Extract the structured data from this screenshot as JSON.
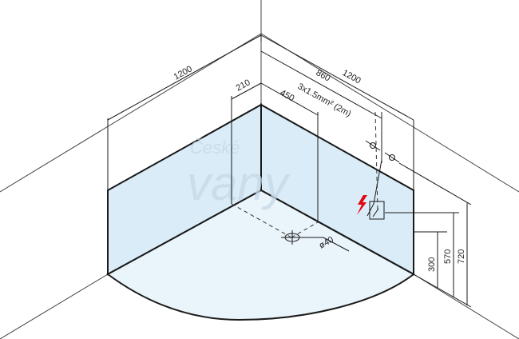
{
  "labels": {
    "width_left": "1200",
    "width_right": "1200",
    "dist_860": "860",
    "dist_210": "210",
    "dist_450": "450",
    "cable": "3x1.5mm² (2m)",
    "drain": "ø40",
    "h300": "300",
    "h570": "570",
    "h720": "720"
  },
  "watermark": {
    "line1": "České",
    "line2": "vany"
  },
  "icons": {
    "electric": "lightning-icon"
  },
  "colors": {
    "wall_fill": "#d9ecf7",
    "floor_fill": "#eaf4fb",
    "warning_red": "#e30613",
    "line": "#1a1a1a",
    "watermark": "#c7d8e6"
  }
}
